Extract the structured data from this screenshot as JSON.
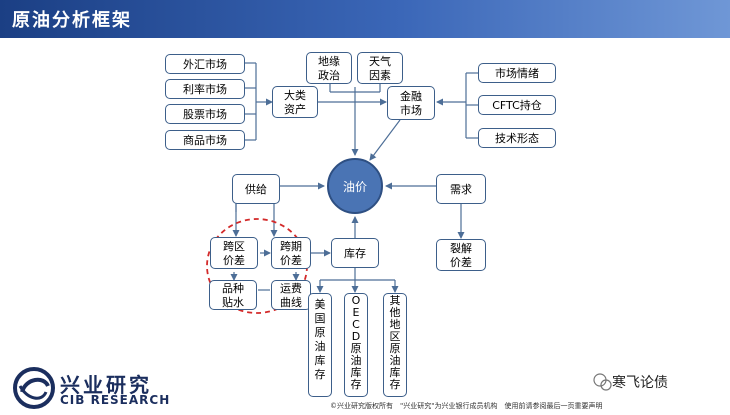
{
  "header": {
    "title": "原油分析框架"
  },
  "diagram": {
    "forex": "外汇市场",
    "interest": "利率市场",
    "stock": "股票市场",
    "commodity": "商品市场",
    "major_assets": [
      "大类",
      "资产"
    ],
    "geopolitics": [
      "地缘",
      "政治"
    ],
    "weather": [
      "天气",
      "因素"
    ],
    "financial_market": [
      "金融",
      "市场"
    ],
    "market_sentiment": "市场情绪",
    "cftc": "CFTC持仓",
    "technical": "技术形态",
    "oil_price": "油价",
    "supply": "供给",
    "demand": "需求",
    "cross_region": [
      "跨区",
      "价差"
    ],
    "cross_period": [
      "跨期",
      "价差"
    ],
    "inventory": "库存",
    "crack": [
      "裂解",
      "价差"
    ],
    "variety": [
      "品种",
      "贴水"
    ],
    "freight": [
      "运费",
      "曲线"
    ],
    "us_inventory": [
      "美",
      "国",
      "原",
      "油",
      "库",
      "存"
    ],
    "oecd_inventory": [
      "O",
      "E",
      "C",
      "D",
      "原",
      "油",
      "库",
      "存"
    ],
    "other_inventory": [
      "其",
      "他",
      "地",
      "区",
      "原",
      "油",
      "库",
      "存"
    ]
  },
  "branding": {
    "logo_cn": "兴业研究",
    "logo_en": "CIB RESEARCH",
    "footer": "©兴业研究版权所有　\"兴业研究\"为兴业银行成员机构　使用前请参阅最后一页重要声明",
    "wechat": "寒飞论债"
  }
}
